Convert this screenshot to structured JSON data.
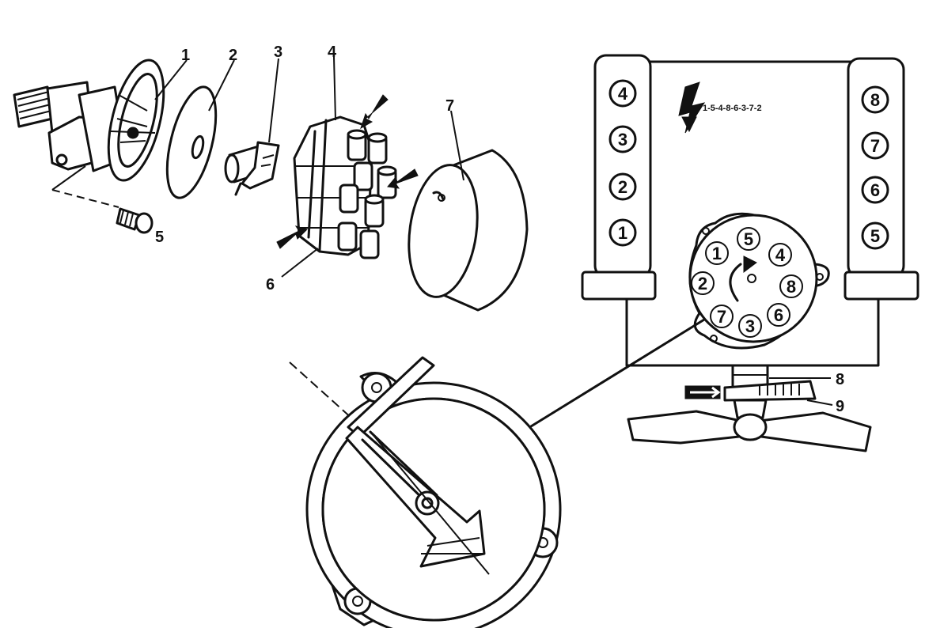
{
  "callouts": {
    "c1": "1",
    "c2": "2",
    "c3": "3",
    "c4": "4",
    "c5": "5",
    "c6": "6",
    "c7": "7",
    "c8": "8",
    "c9": "9"
  },
  "firing_order": "1-5-4-8-6-3-7-2",
  "bank_left": [
    "4",
    "3",
    "2",
    "1"
  ],
  "bank_right": [
    "8",
    "7",
    "6",
    "5"
  ],
  "cap_terminals": [
    "5",
    "4",
    "8",
    "6",
    "3",
    "7",
    "2",
    "1"
  ]
}
